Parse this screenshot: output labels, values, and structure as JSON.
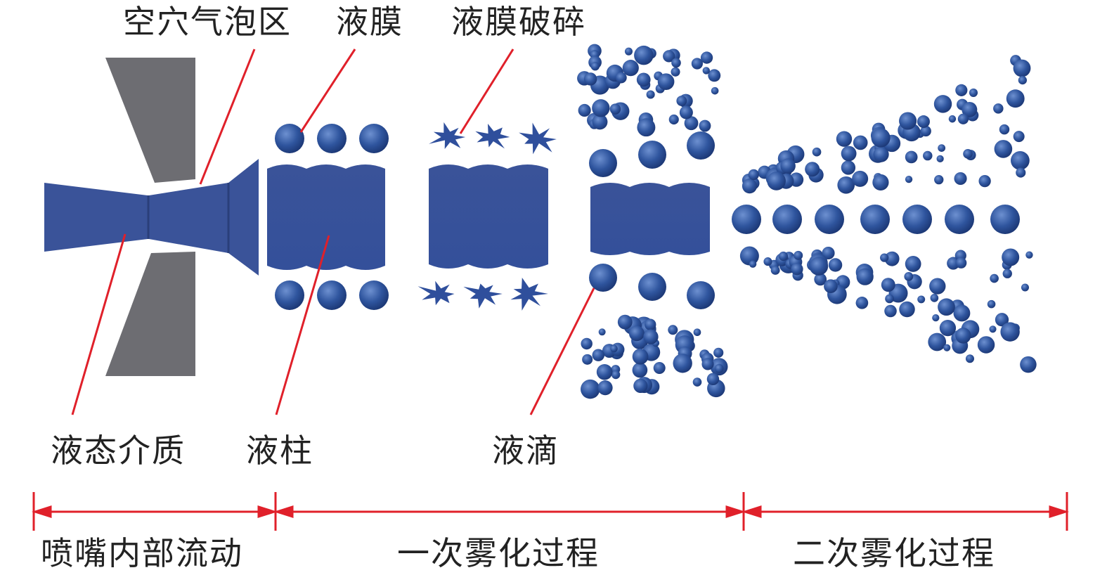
{
  "labels": {
    "cavitation_zone": "空穴气泡区",
    "liquid_film": "液膜",
    "film_breakup": "液膜破碎",
    "liquid_medium": "液态介质",
    "liquid_column": "液柱",
    "droplets": "液滴"
  },
  "stages": [
    {
      "label": "喷嘴内部流动"
    },
    {
      "label": "一次雾化过程"
    },
    {
      "label": "二次雾化过程"
    }
  ],
  "colors": {
    "liquid": "#3a5399",
    "nozzle": "#6d6d72",
    "leader": "#e0202a",
    "text": "#222222"
  }
}
